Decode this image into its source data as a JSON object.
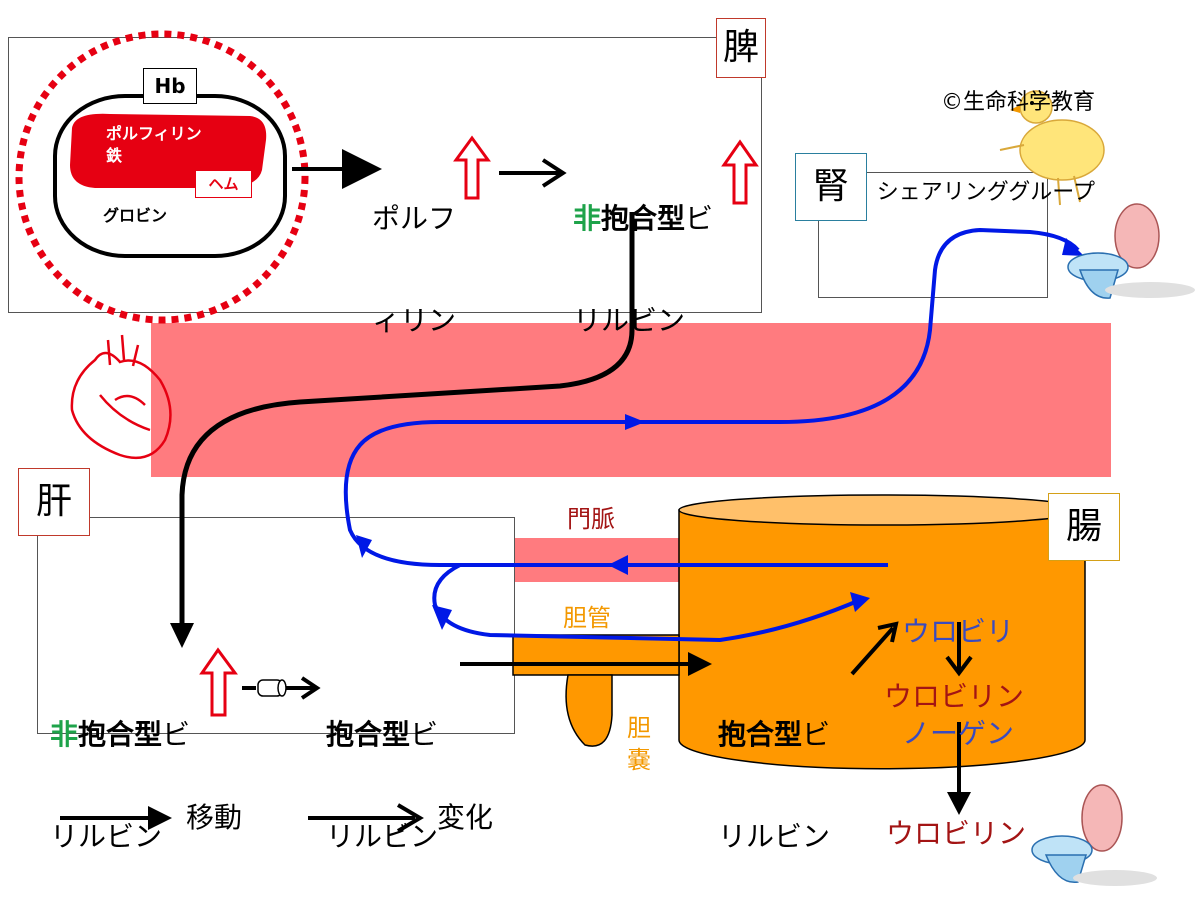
{
  "copyright": {
    "line1": "©生命科学教育",
    "line2": "シェアリンググループ"
  },
  "organs": {
    "spleen": "脾",
    "kidney": "腎",
    "liver": "肝",
    "intestine": "腸"
  },
  "rbc": {
    "hb": "Hb",
    "porphyrin_iron_1": "ポルフィリン",
    "porphyrin_iron_2": "鉄",
    "heme": "ヘム",
    "globin": "グロビン"
  },
  "spleen_products": {
    "porphyrin_1": "ポルフ",
    "porphyrin_2": "ィリン",
    "unconj_prefix": "非",
    "unconj_bold": "抱合型",
    "unconj_rest": "ビ",
    "unconj_2": "リルビン"
  },
  "liver_products": {
    "unconj_prefix": "非",
    "unconj_bold": "抱合型",
    "unconj_rest": "ビ",
    "unconj_2": "リルビン",
    "conj_bold": "抱合型",
    "conj_rest": "ビ",
    "conj_2": "リルビン"
  },
  "vessels": {
    "portal_vein": "門脈",
    "bile_duct": "胆管",
    "gallbladder": "胆\n嚢"
  },
  "intestine_products": {
    "conj_bold": "抱合型",
    "conj_rest": "ビ",
    "conj_2": "リルビン",
    "urobilinogen_1": "ウロビリ",
    "urobilinogen_2": "ノーゲン",
    "urobilin": "ウロビリン"
  },
  "excreted": {
    "urobilin": "ウロビリン"
  },
  "legend": {
    "move": "移動",
    "change": "変化"
  },
  "colors": {
    "blood": "#ff7b7f",
    "bile": "#ff9800",
    "red": "#e60012",
    "blue": "#0018e6",
    "urobilinogen": "#3a4bbf",
    "urobilin": "#a31414",
    "bile_text": "#f39800",
    "portal_text": "#a31414"
  },
  "icons": [
    "heart-icon",
    "toilet-icon",
    "chick-icon",
    "enzyme-icon",
    "up-arrow-icon"
  ]
}
